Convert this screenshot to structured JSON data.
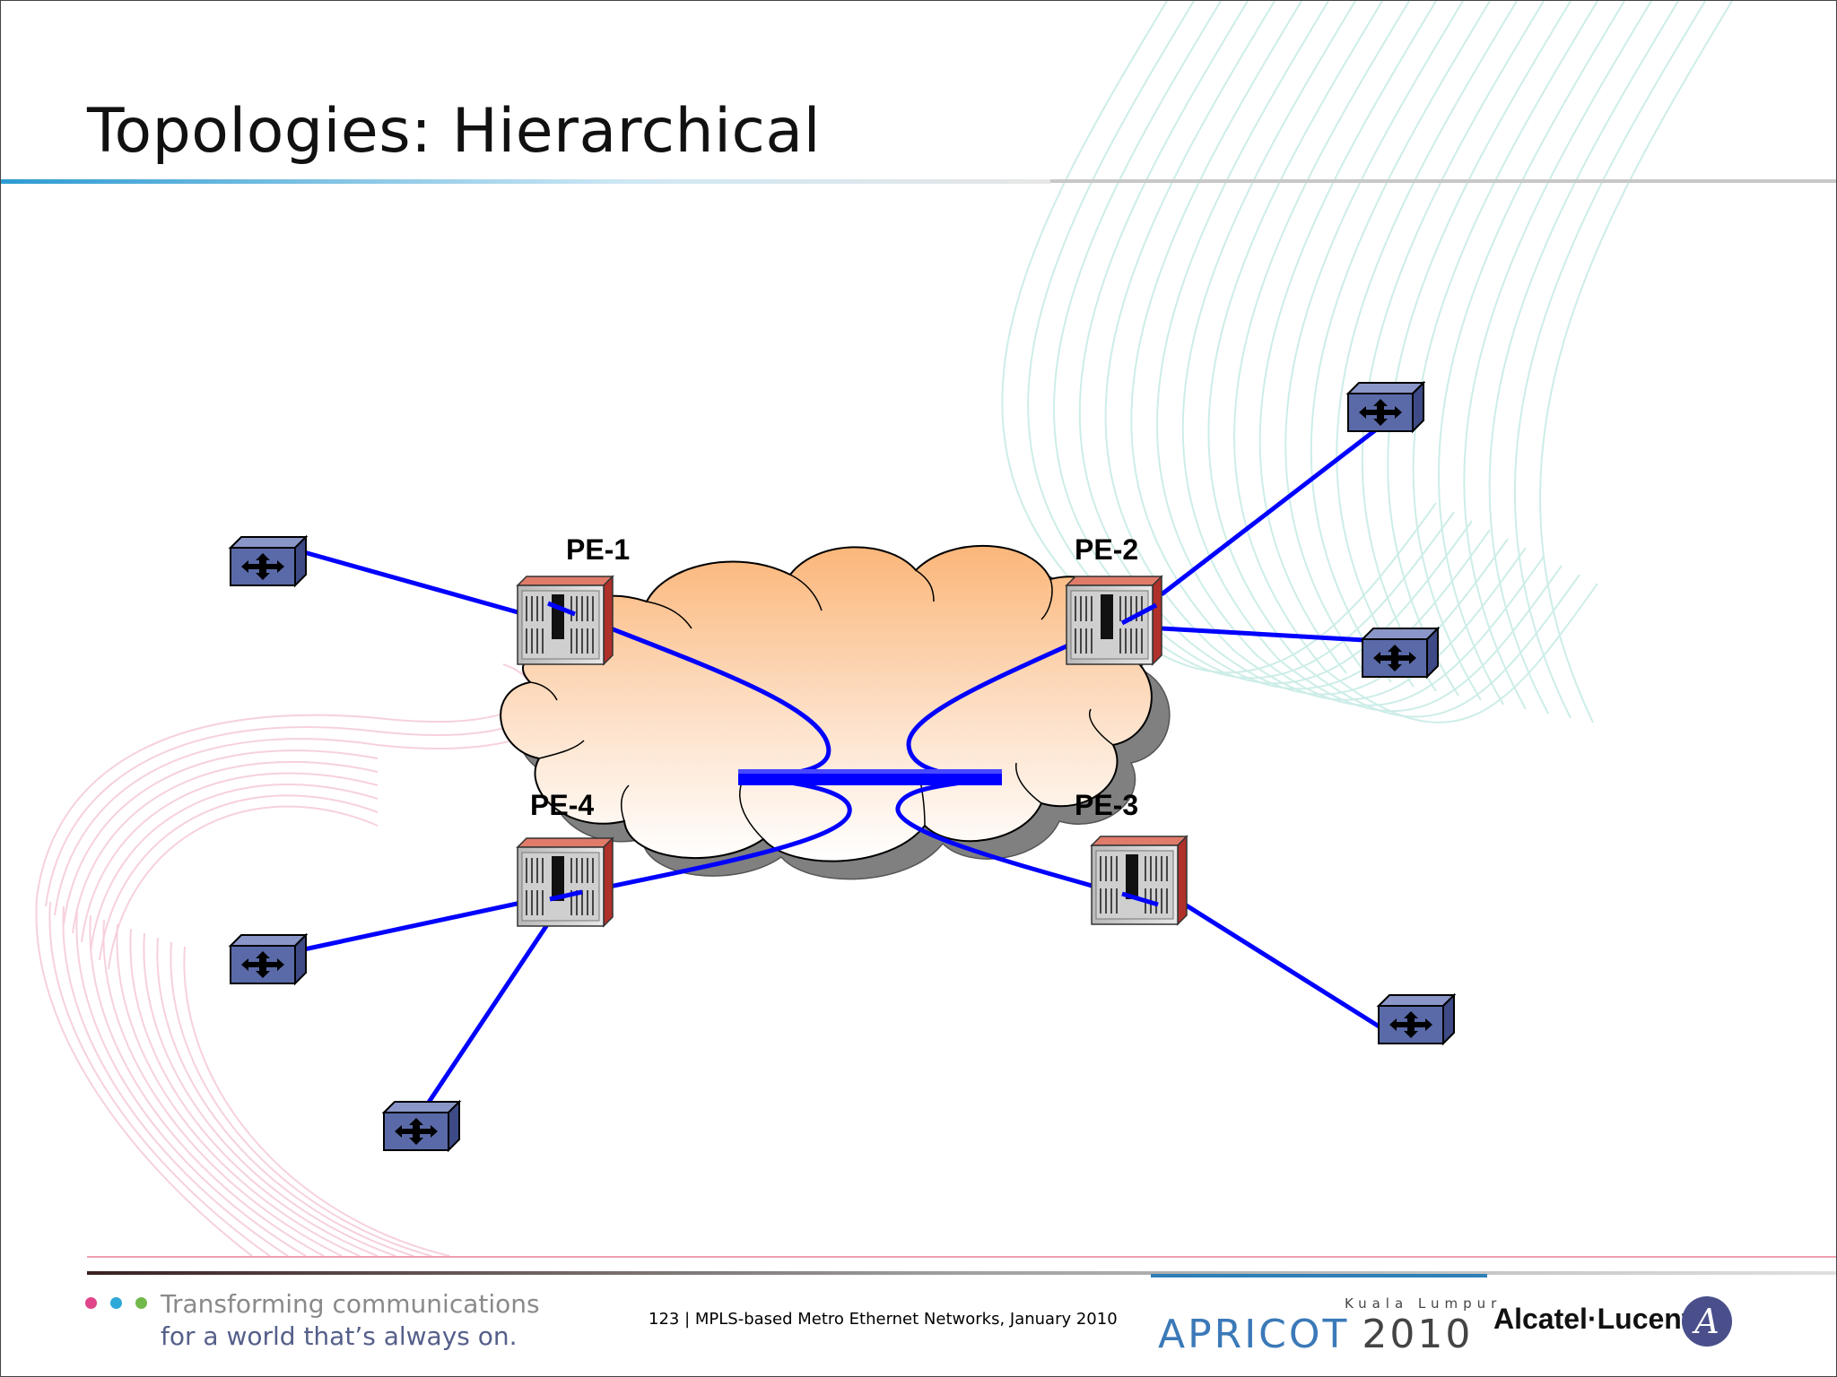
{
  "slide": {
    "title": "Topologies: Hierarchical"
  },
  "diagram": {
    "pe_routers": [
      {
        "id": "PE-1",
        "label": "PE-1"
      },
      {
        "id": "PE-2",
        "label": "PE-2"
      },
      {
        "id": "PE-3",
        "label": "PE-3"
      },
      {
        "id": "PE-4",
        "label": "PE-4"
      }
    ],
    "colors": {
      "link": "#0000ff",
      "cloud_top": "#fbb679",
      "cloud_bottom": "#ffffff",
      "switch": "#5a6aa8",
      "router_side": "#c0392b"
    }
  },
  "footer": {
    "tagline_line1": "Transforming communications",
    "tagline_line2": "for a world that’s always on.",
    "page_info": "123 | MPLS-based Metro Ethernet Networks, January 2010",
    "event_location": "Kuala Lumpur",
    "event_name_part1": "APRICOT",
    "event_year": "2010",
    "company": "Alcatel·Lucent",
    "company_logo_glyph": "A"
  }
}
